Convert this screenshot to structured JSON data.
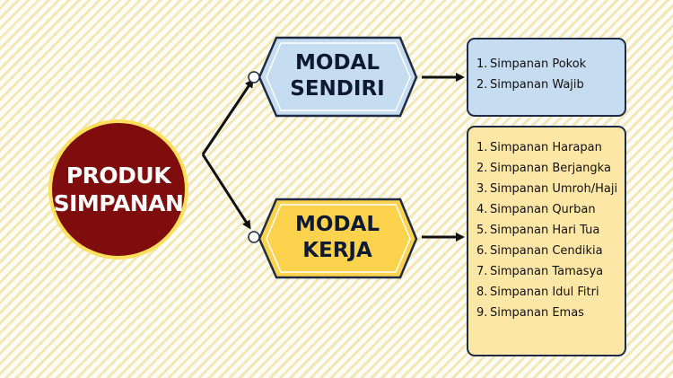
{
  "root": {
    "line1": "PRODUK",
    "line2": "SIMPANAN"
  },
  "modal_sendiri": {
    "line1": "MODAL",
    "line2": "SENDIRI",
    "items": [
      {
        "num": "1.",
        "text": "Simpanan Pokok"
      },
      {
        "num": "2.",
        "text": "Simpanan Wajib"
      }
    ]
  },
  "modal_kerja": {
    "line1": "MODAL",
    "line2": "KERJA",
    "items": [
      {
        "num": "1.",
        "text": "Simpanan Harapan"
      },
      {
        "num": "2.",
        "text": "Simpanan Berjangka"
      },
      {
        "num": "3.",
        "text": "Simpanan Umroh/Haji"
      },
      {
        "num": "4.",
        "text": "Simpanan Qurban"
      },
      {
        "num": "5.",
        "text": "Simpanan Hari Tua"
      },
      {
        "num": "6.",
        "text": "Simpanan Cendikia"
      },
      {
        "num": "7.",
        "text": "Simpanan Tamasya"
      },
      {
        "num": "8.",
        "text": "Simpanan Idul Fitri"
      },
      {
        "num": "9.",
        "text": "Simpanan Emas"
      }
    ]
  },
  "colors": {
    "root_fill": "#7f0d0d",
    "root_border": "#ffe05a",
    "sendiri_fill": "#c5dcf1",
    "kerja_fill": "#fde7a6",
    "outline": "#1f2a44",
    "stripe": "#f3e7b6"
  }
}
